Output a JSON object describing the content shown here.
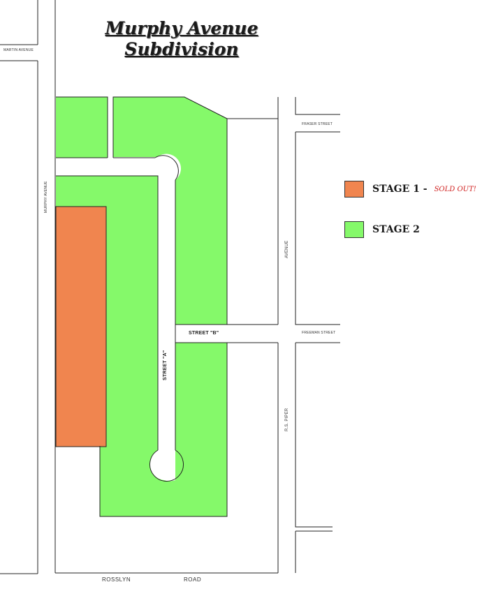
{
  "map": {
    "title_line1": "Murphy Avenue",
    "title_line2": "Subdivision",
    "streets": {
      "martin_avenue": "MARTIN AVENUE",
      "murphy_avenue": "MURPHY AVENUE",
      "fraser_street": "FRASER STREET",
      "freeman_street": "FREEMAN STREET",
      "avenue": "AVENUE",
      "rs_piper": "R.S.  PIPER",
      "street_a": "STREET \"A\"",
      "street_b": "STREET \"B\"",
      "rosslyn": "ROSSLYN",
      "road": "ROAD"
    },
    "legend": {
      "stage1_label": "STAGE 1 -",
      "stage1_note": "SOLD OUT!",
      "stage2_label": "STAGE 2"
    },
    "colors": {
      "stage1": "#f0854f",
      "stage2": "#85f96a",
      "lines": "#222222",
      "sold_out_text": "#d0201f"
    }
  }
}
